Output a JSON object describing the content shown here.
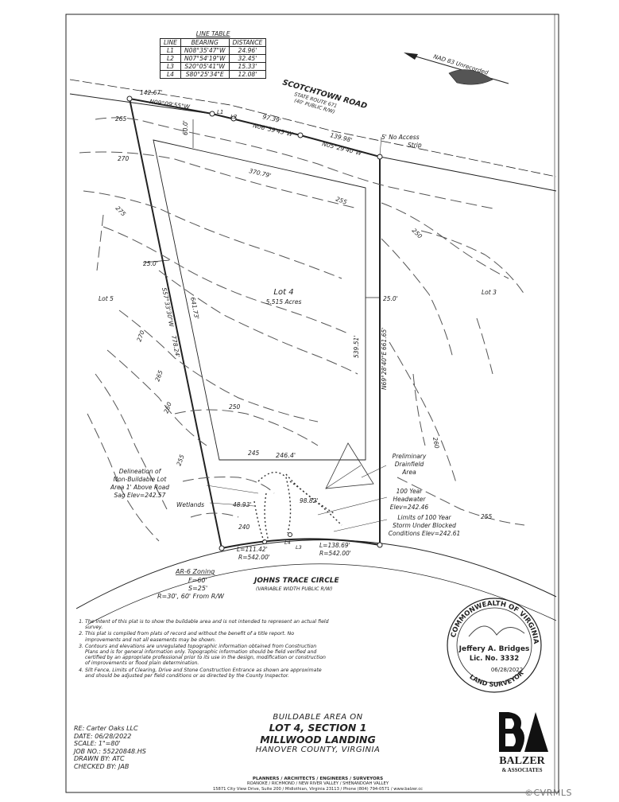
{
  "line_table": {
    "title": "LINE TABLE",
    "headers": [
      "LINE",
      "BEARING",
      "DISTANCE"
    ],
    "rows": [
      [
        "L1",
        "N08°35'47\"W",
        "24.96'"
      ],
      [
        "L2",
        "N07°54'19\"W",
        "32.45'"
      ],
      [
        "L3",
        "S20°05'41\"W",
        "15.33'"
      ],
      [
        "L4",
        "S80°25'34\"E",
        "12.08'"
      ]
    ]
  },
  "north_arrow": {
    "label": "NAD 83 Unrecorded"
  },
  "road_north": {
    "name": "SCOTCHTOWN ROAD",
    "sub1": "STATE ROUTE 671",
    "sub2": "(40' PUBLIC R/W)"
  },
  "road_south": {
    "name": "JOHNS TRACE CIRCLE",
    "sub": "(VARIABLE WIDTH PUBLIC R/W)"
  },
  "lot": {
    "name": "Lot 4",
    "area": "5.515 Acres"
  },
  "neighbors": {
    "left": "Lot 5",
    "right": "Lot 3"
  },
  "dimensions": {
    "nw_dist": "142.67'",
    "nw_bearing": "N09°09'55\"W",
    "l1": "L1",
    "l2": "L2",
    "mid_dist": "97.39'",
    "mid_bearing": "N06°59'45\"W",
    "ne_dist": "139.98'",
    "ne_bearing": "N05°29'40\"W",
    "setback_front": "60.0'",
    "inner_top": "370.79'",
    "setback_side_l": "25.0'",
    "setback_side_r": "25.0'",
    "west_bearing": "S57°33'30\"W",
    "west_inner": "641.73'",
    "west_outer": "778.24'",
    "east_inner": "539.51'",
    "east_bearing": "N69°28'40\"E",
    "east_outer": "661.65'",
    "south_width": "246.4'",
    "d1": "48.93'",
    "d2": "98.82'",
    "arc_left_l": "L=111.42'",
    "arc_left_r": "R=542.00'",
    "arc_right_l": "L=138.69'",
    "arc_right_r": "R=542.00'",
    "l3": "L3",
    "l4": "L4"
  },
  "contours": [
    "265",
    "270",
    "275",
    "255",
    "250",
    "270",
    "265",
    "260",
    "255",
    "250",
    "245",
    "240",
    "260",
    "255"
  ],
  "annotations": {
    "no_access_1": "5' No Access",
    "no_access_2": "Strip",
    "nb_1": "Delineation of",
    "nb_2": "Non-Buildable Lot",
    "nb_3": "Area 1' Above Road",
    "nb_4": "Sag Elev=242.57",
    "wetlands": "Wetlands",
    "pd_1": "Preliminary",
    "pd_2": "Drainfield",
    "pd_3": "Area",
    "hw_1": "100 Year",
    "hw_2": "Headwater",
    "hw_3": "Elev=242.46",
    "lim_1": "Limits of 100 Year",
    "lim_2": "Storm Under Blocked",
    "lim_3": "Conditions Elev=242.61"
  },
  "zoning": {
    "title": "AR-6 Zoning",
    "f": "F=60'",
    "s": "S=25'",
    "r": "R=30', 60' From R/W"
  },
  "notes": [
    "The intent of this plat is to show the buildable area and is not intended to represent an actual field survey.",
    "This plat is compiled from plats of record and without the benefit of a title report. No improvements and not all easements may be shown.",
    "Contours and elevations are unregulated topographic information obtained from Construction Plans and is for general information only. Topographic information should be field verified and certified by an appropriate professional prior to its use in the design, modification or construction of improvements or flood plain determination.",
    "Silt Fence, Limits of Clearing, Drive and Stone Construction Entrance as shown are approximate and should be adjusted per field conditions or as directed by the County Inspector."
  ],
  "seal": {
    "top": "COMMONWEALTH OF VIRGINIA",
    "name": "Jeffery A. Bridges",
    "lic": "Lic. No. 3332",
    "date": "06/28/2022",
    "bottom": "LAND SURVEYOR"
  },
  "title_block": {
    "line1": "BUILDABLE AREA ON",
    "line2": "LOT 4, SECTION 1",
    "line3": "MILLWOOD LANDING",
    "line4": "HANOVER COUNTY, VIRGINIA"
  },
  "job_info": [
    "RE: Carter Oaks LLC",
    "DATE: 06/28/2022",
    "SCALE: 1\"=80'",
    "JOB NO.: 55220848.HS",
    "DRAWN BY: ATC",
    "CHECKED BY: JAB"
  ],
  "firm": {
    "line1": "PLANNERS / ARCHITECTS / ENGINEERS / SURVEYORS",
    "line2": "ROANOKE / RICHMOND / NEW RIVER VALLEY / SHENANDOAH VALLEY",
    "line3": "15871 City View Drive, Suite 200 / Midlothian, Virginia 23113 / Phone (804) 794-0571 / www.balzer.cc"
  },
  "logo": {
    "name": "BALZER",
    "sub": "& ASSOCIATES"
  },
  "watermark": "©CVRMLS"
}
